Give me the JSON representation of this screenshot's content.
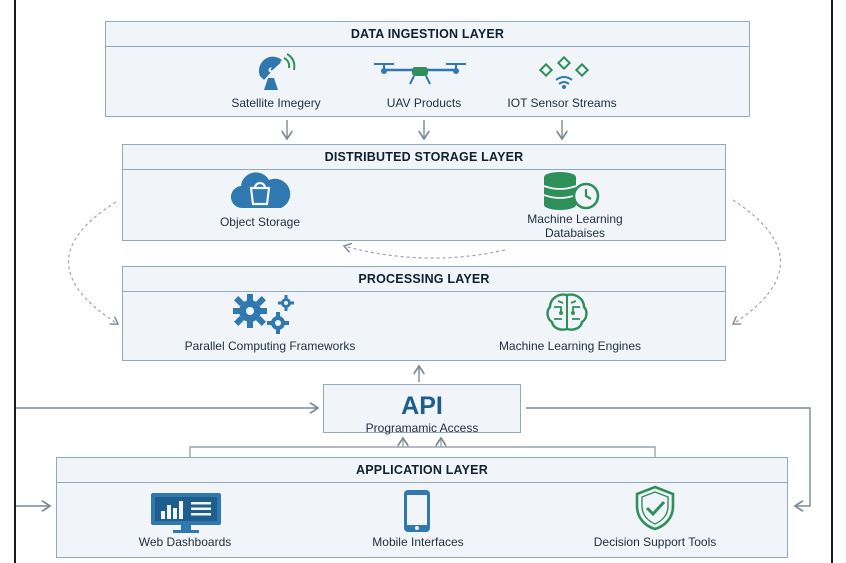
{
  "layers": {
    "ingestion": {
      "title": "DATA INGESTION LAYER",
      "items": [
        "Satellite Imegery",
        "UAV Products",
        "IOT Sensor Streams"
      ]
    },
    "storage": {
      "title": "DISTRIBUTED STORAGE LAYER",
      "items": [
        "Object Storage",
        "Machine Learning",
        "Databaises"
      ]
    },
    "processing": {
      "title": "PROCESSING LAYER",
      "items": [
        "Parallel Computing Frameworks",
        "Machine Learning Engines"
      ]
    },
    "api": {
      "title": "API",
      "subtitle": "Programamic Access"
    },
    "application": {
      "title": "APPLICATION LAYER",
      "items": [
        "Web Dashboards",
        "Mobile Interfaces",
        "Decision Support Tools"
      ]
    }
  },
  "icons": {
    "satellite": "satellite-dish-icon",
    "uav": "drone-icon",
    "iot": "iot-sensor-icon",
    "object_storage": "cloud-storage-icon",
    "ml_db": "database-clock-icon",
    "parallel": "gears-icon",
    "ml_engine": "brain-chip-icon",
    "dashboard": "dashboard-monitor-icon",
    "mobile": "mobile-phone-icon",
    "decision": "shield-check-icon"
  },
  "colors": {
    "accent": "#1d5e8c",
    "icon_blue": "#2f78b0",
    "icon_green": "#2f8f5b",
    "border": "#8fa9bd",
    "panel": "#f1f5f9"
  }
}
